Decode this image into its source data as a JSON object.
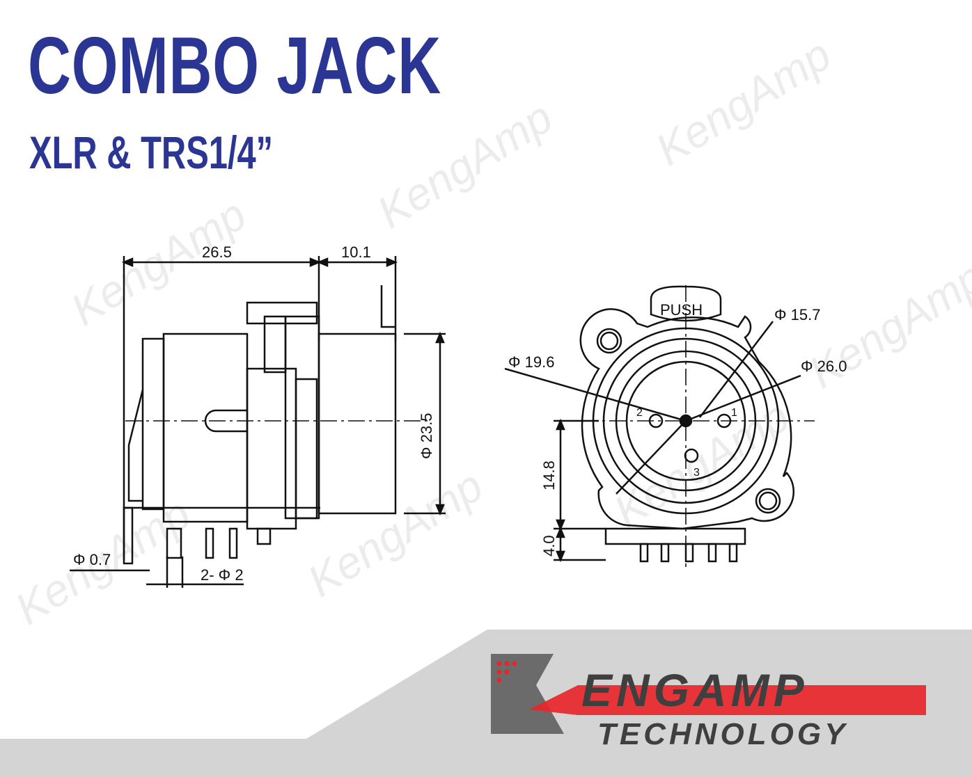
{
  "header": {
    "title": "COMBO JACK",
    "subtitle": "XLR & TRS1/4”"
  },
  "side_view": {
    "dim_width_body": "26.5",
    "dim_width_front": "10.1",
    "dim_diameter_front": "Φ 23.5",
    "dim_pin_diameter": "Φ 0.7",
    "dim_two_pins": "2- Φ 2"
  },
  "front_view": {
    "push_label": "PUSH",
    "dim_phi_15_7": "Φ 15.7",
    "dim_phi_19_6": "Φ 19.6",
    "dim_phi_26_0": "Φ 26.0",
    "dim_height_14_8": "14.8",
    "dim_height_4_0": "4.0",
    "pin_1": "1",
    "pin_2": "2",
    "pin_3": "3"
  },
  "logo": {
    "name": "ENGAMP",
    "tagline": "TECHNOLOGY",
    "watermark": "KengAmp",
    "colors": {
      "red": "#e8262a",
      "gray": "#4a4a4a",
      "band": "#d4d4d4",
      "title_blue": "#2b3594"
    }
  }
}
